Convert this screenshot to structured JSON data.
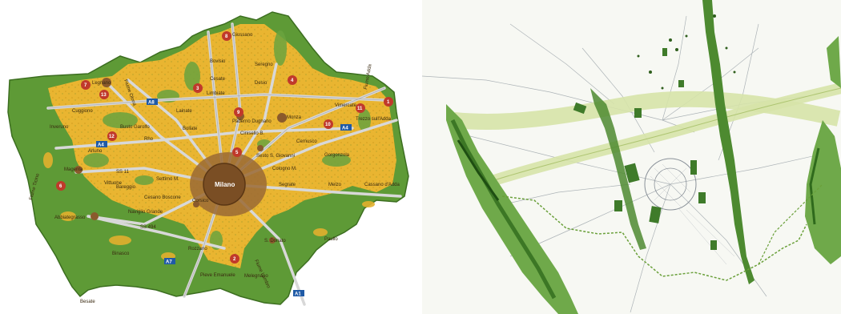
{
  "left_map": {
    "center_label": "Milano",
    "rivers": [
      "Fiume Adda",
      "Fiume Olona",
      "Fiume Ticino",
      "Fiume Lambro"
    ],
    "roads": [
      "A8",
      "A4",
      "A4",
      "A7",
      "A1",
      "SS 11",
      "SS 494"
    ],
    "towns": [
      "Legnano",
      "Giussano",
      "Seregno",
      "Desio",
      "Monza",
      "Vimercate",
      "Trezzo sull'Adda",
      "Inveruno",
      "Cuggiono",
      "Busto Garolfo",
      "Rho",
      "Bollate",
      "Paderno Dugnano",
      "Cinisello B.",
      "Sesto S. Giovanni",
      "Cologno M.",
      "Segrate",
      "Melzo",
      "Cassano d'Adda",
      "Magenta",
      "Abbiategrasso",
      "Corsico",
      "Cesano Boscone",
      "Naviglio Grande",
      "Rozzano",
      "Binasco",
      "Besate",
      "Melegnano",
      "S. Donato",
      "Paullo",
      "Lainate",
      "Limbiate",
      "Cesate",
      "Bovisio",
      "Gorgonzola",
      "Cernusco",
      "Bareggio",
      "Settimo M.",
      "Arluno",
      "Vittuone",
      "Pieve Emanuele"
    ],
    "area_numbers": [
      "1",
      "2",
      "3",
      "4",
      "5",
      "6",
      "7",
      "8",
      "9",
      "10",
      "11",
      "12",
      "13"
    ]
  }
}
